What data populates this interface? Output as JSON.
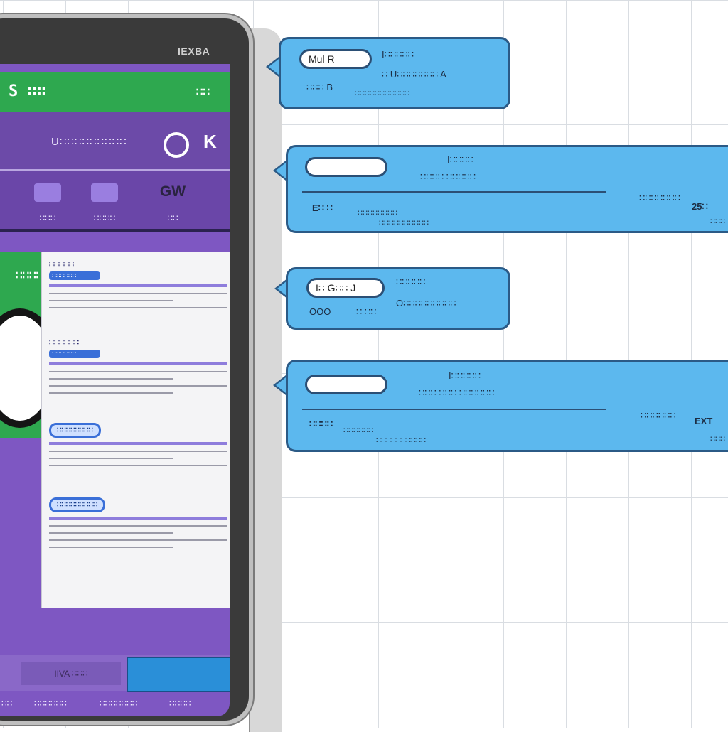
{
  "phone": {
    "status_text": "IEXBA",
    "appbar": {
      "brand": "S ∷∷",
      "action": "∷∷"
    },
    "hero": {
      "name": "U∷∷∷∷∷∷∷∷∷",
      "badge": "K"
    },
    "tabs": [
      {
        "icon": "",
        "label": "∷∷∷"
      },
      {
        "icon": "",
        "label": "∷∷∷∷"
      },
      {
        "icon": "GW",
        "label": "∷∷"
      }
    ],
    "green_card_title": "∷∷∷∷",
    "list_blocks": [
      {
        "title": "∷∷∷∷∷",
        "pill": "∷∷∷∷∷∷"
      },
      {
        "title": "∷∷∷∷∷∷",
        "pill": "∷∷∷∷∷∷"
      },
      {
        "title": "∷∷∷∷∷∷∷∷",
        "pill": "∷∷∷∷∷∷"
      },
      {
        "title": "∷∷∷∷∷∷∷∷∷",
        "pill": "∷∷∷∷∷∷"
      }
    ],
    "bottom_strip_label": "IIVA ∷∷∷",
    "bottom_nav": [
      "∷∷",
      "∷∷∷∷∷∷",
      "∷∷∷∷∷∷∷",
      "∷∷∷∷"
    ]
  },
  "callouts": [
    {
      "field": "Mul R",
      "title": "I∷∷∷∷∷",
      "sub": "∷ U∷∷∷∷∷∷∷ A",
      "left": "∷∷∷ B",
      "foot": "∷∷∷∷∷∷∷∷∷∷∷"
    },
    {
      "field": "",
      "title": "I∷∷∷∷",
      "sub": "∷∷∷∷ ∷∷∷∷∷",
      "left": "E∷ ∷",
      "mid": "∷∷∷∷∷∷∷∷",
      "midb": "∷∷∷∷∷∷∷∷∷∷",
      "right": "∷∷∷∷∷∷∷",
      "num": "25∷",
      "numb": "∷∷∷"
    },
    {
      "field": "I∷ G∷∷ J",
      "title": "∷∷∷∷∷",
      "sub": "O∷∷∷∷∷∷∷∷∷",
      "left": "OOO",
      "mid": "∷ ∷∷"
    },
    {
      "field": "",
      "title": "I∷∷∷∷∷",
      "sub": "∷∷∷ ∷∷∷ ∷∷∷∷∷∷",
      "left": "∷∷∷∷",
      "mid": "∷∷∷∷∷∷",
      "midb": "∷∷∷∷∷∷∷∷∷∷",
      "right": "∷∷∷∷∷∷",
      "num": "EXT",
      "numb": "∷∷∷"
    }
  ],
  "colors": {
    "green": "#2ea84f",
    "purple": "#7e57c2",
    "callout_blue": "#5cb8ee",
    "callout_border": "#2b5a86"
  }
}
